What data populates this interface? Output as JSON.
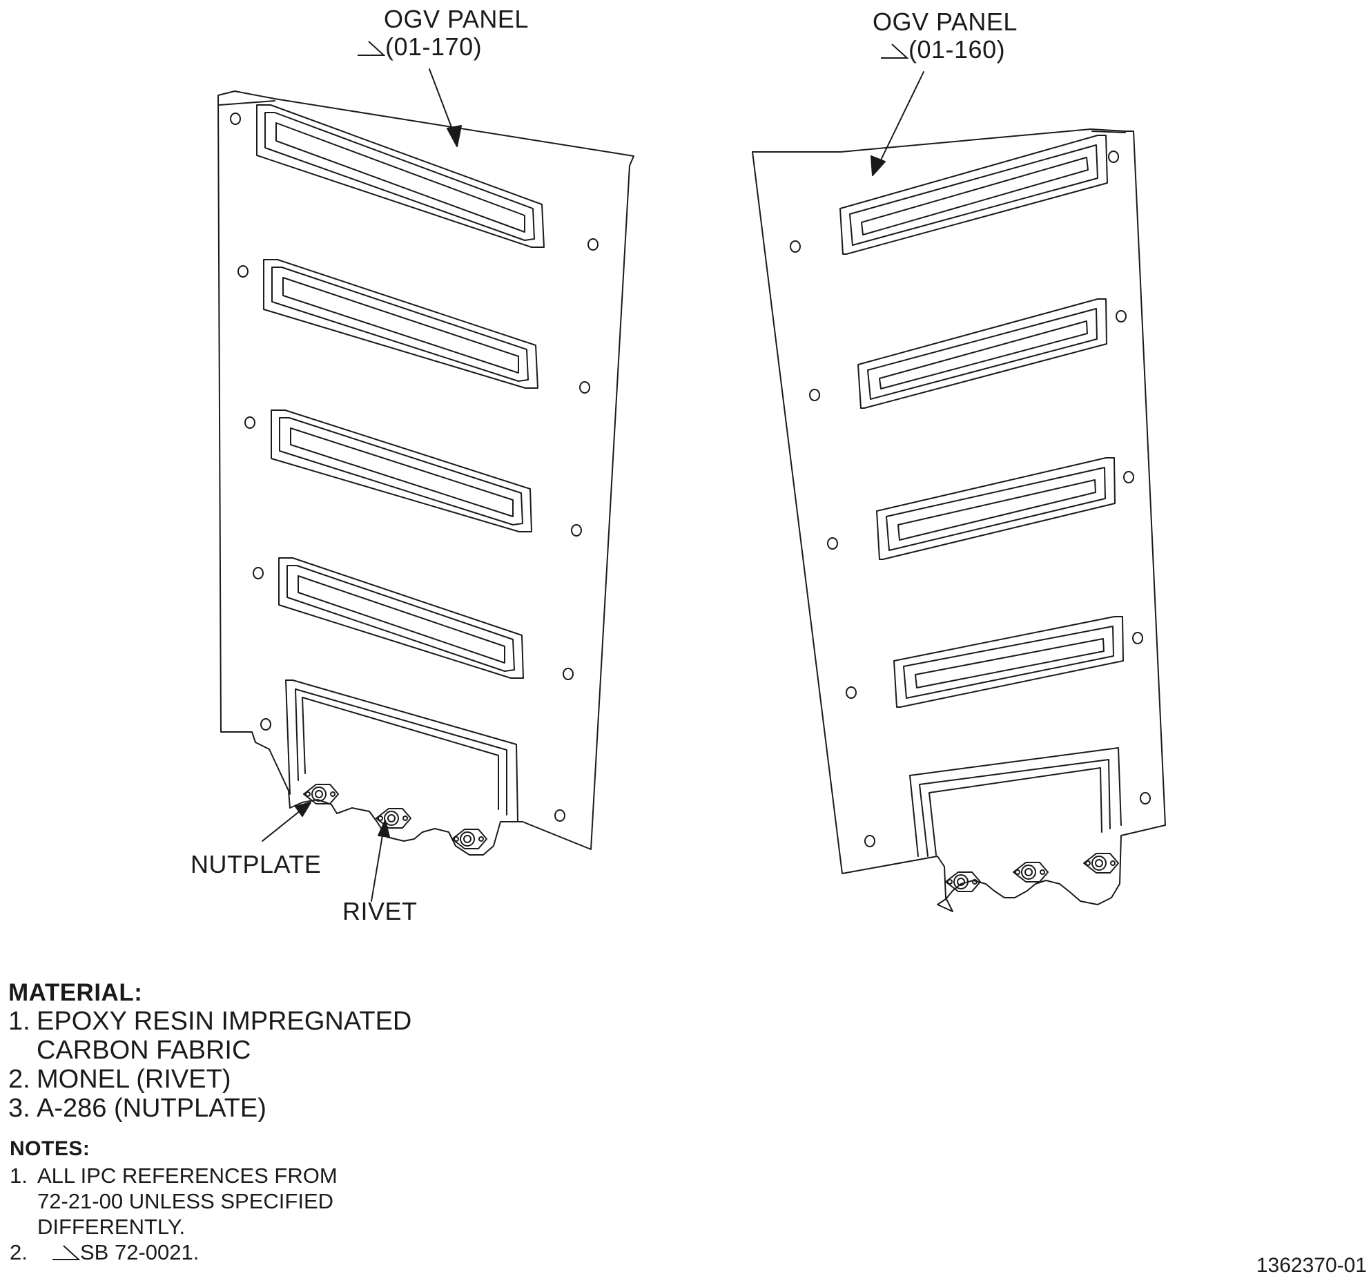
{
  "callouts": {
    "panel_left": {
      "title": "OGV PANEL",
      "ref": "(01-170)"
    },
    "panel_right": {
      "title": "OGV PANEL",
      "ref": "(01-160)"
    },
    "nutplate": "NUTPLATE",
    "rivet": "RIVET"
  },
  "material": {
    "heading": "MATERIAL:",
    "items": [
      {
        "num": "1.",
        "lines": [
          "EPOXY RESIN IMPREGNATED",
          "CARBON FABRIC"
        ]
      },
      {
        "num": "2.",
        "lines": [
          "MONEL (RIVET)"
        ]
      },
      {
        "num": "3.",
        "lines": [
          "A-286 (NUTPLATE)"
        ]
      }
    ]
  },
  "notes": {
    "heading": "NOTES:",
    "items": [
      {
        "num": "1.",
        "lines": [
          "ALL IPC REFERENCES FROM",
          "72-21-00 UNLESS SPECIFIED",
          "DIFFERENTLY."
        ]
      },
      {
        "num": "2.",
        "lines": [
          "SB 72-0021."
        ]
      }
    ]
  },
  "figure_number": "1362370-01"
}
